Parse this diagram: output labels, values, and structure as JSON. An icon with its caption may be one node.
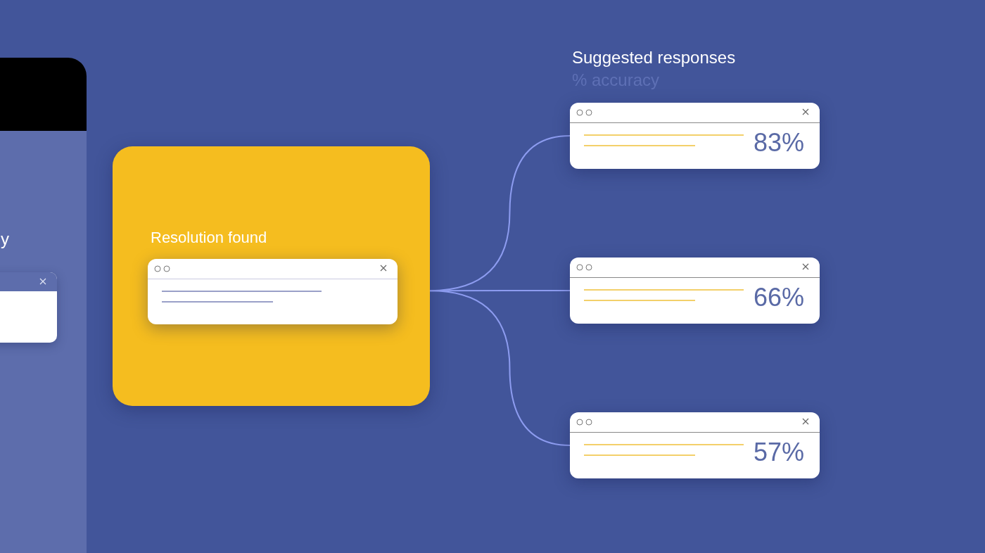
{
  "diagram": {
    "nodes": [
      {
        "text": [
          "Resolution found"
        ]
      },
      {
        "text": [],
        "shape": "box",
        "in": 0
      },
      {
        "text": [
          "83%"
        ]
      },
      {
        "text": [
          "66%"
        ]
      },
      {
        "text": [
          "57%"
        ]
      }
    ],
    "edges": [
      {
        "from": 0,
        "to": 2,
        "arrow": "none"
      },
      {
        "from": 0,
        "to": 3,
        "arrow": "none"
      },
      {
        "from": 0,
        "to": 4,
        "arrow": "none"
      }
    ],
    "labels": [
      "Suggested responses",
      "% accuracy",
      "y"
    ]
  }
}
